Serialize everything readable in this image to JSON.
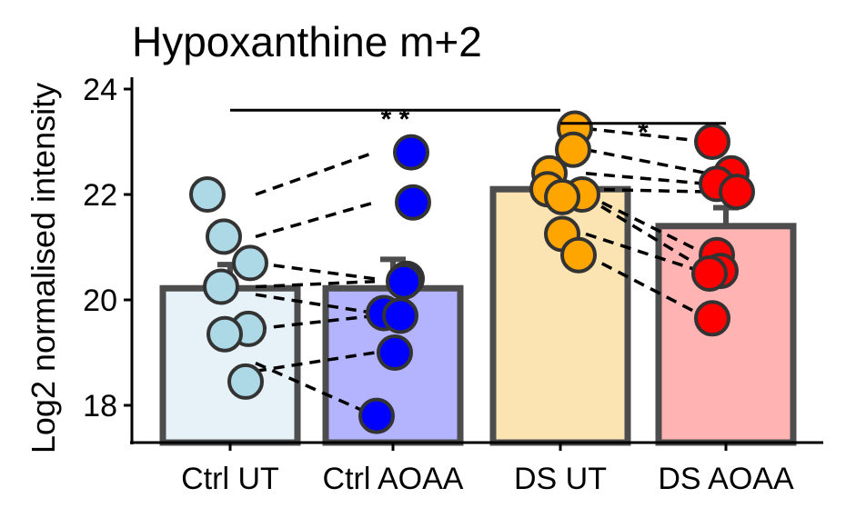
{
  "chart_data": {
    "type": "bar",
    "title": "Hypoxanthine m+2",
    "xlabel": "",
    "ylabel": "Log2 normalised intensity",
    "ylim": [
      17.3,
      24
    ],
    "yticks": [
      18,
      20,
      22,
      24
    ],
    "grid": false,
    "legend": "none",
    "categories": [
      "Ctrl UT",
      "Ctrl AOAA",
      "DS UT",
      "DS AOAA"
    ],
    "means": [
      20.22,
      20.22,
      22.1,
      21.4
    ],
    "errors": [
      0.45,
      0.55,
      0.0,
      0.35
    ],
    "bar_colors": [
      "#e6f1f8",
      "#b3b3fe",
      "#fce3b2",
      "#ffb3b3"
    ],
    "point_colors": [
      "#add8e6",
      "#0000ff",
      "#ffa500",
      "#ff0000"
    ],
    "points": [
      [
        22.0,
        21.2,
        20.7,
        20.25,
        19.45,
        19.35,
        18.45
      ],
      [
        22.8,
        21.85,
        20.4,
        20.35,
        19.75,
        19.7,
        19.0,
        17.8
      ],
      [
        23.25,
        22.85,
        22.4,
        22.1,
        22.0,
        21.95,
        21.25,
        20.85
      ],
      [
        23.0,
        22.4,
        22.2,
        22.05,
        20.85,
        20.55,
        20.5,
        19.65
      ]
    ],
    "pairs": [
      [
        0,
        [
          22.0,
          1,
          22.8
        ]
      ],
      [
        0,
        [
          21.2,
          1,
          21.85
        ]
      ],
      [
        0,
        [
          20.7,
          1,
          20.4
        ]
      ],
      [
        0,
        [
          20.25,
          1,
          20.35
        ]
      ],
      [
        0,
        [
          20.1,
          1,
          19.75
        ]
      ],
      [
        0,
        [
          19.45,
          1,
          19.7
        ]
      ],
      [
        0,
        [
          18.65,
          1,
          19.0
        ]
      ],
      [
        0,
        [
          18.8,
          1,
          17.8
        ]
      ],
      [
        2,
        [
          23.25,
          3,
          23.0
        ]
      ],
      [
        2,
        [
          22.85,
          3,
          22.4
        ]
      ],
      [
        2,
        [
          22.4,
          3,
          22.2
        ]
      ],
      [
        2,
        [
          22.1,
          3,
          22.05
        ]
      ],
      [
        2,
        [
          22.0,
          3,
          20.85
        ]
      ],
      [
        2,
        [
          21.95,
          3,
          20.55
        ]
      ],
      [
        2,
        [
          21.25,
          3,
          20.5
        ]
      ],
      [
        2,
        [
          20.85,
          3,
          19.65
        ]
      ]
    ],
    "significance": [
      {
        "from": 0,
        "to": 2,
        "y": 23.6,
        "label": "* *"
      },
      {
        "from": 2,
        "to": 3,
        "y": 23.35,
        "label": "*"
      }
    ]
  }
}
